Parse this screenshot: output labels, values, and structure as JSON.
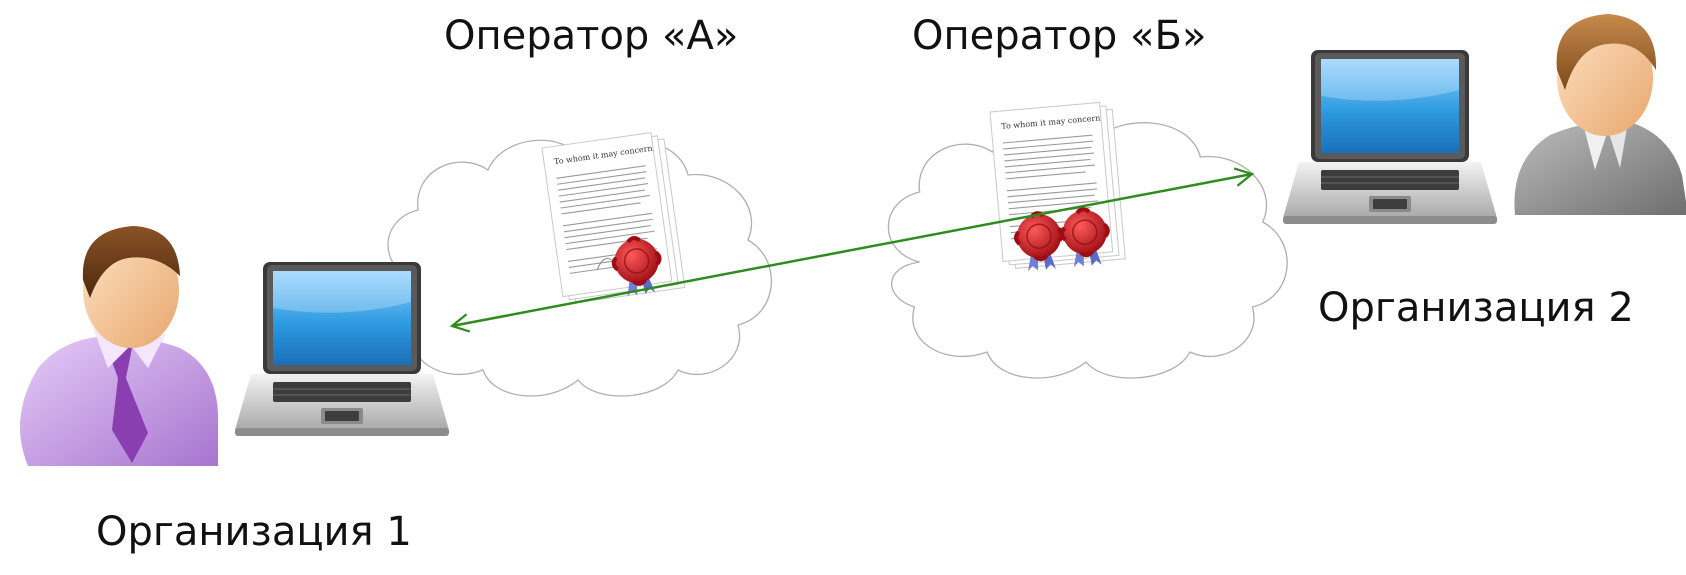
{
  "labels": {
    "operator_a": "Оператор «А»",
    "operator_b": "Оператор «Б»",
    "organization_1": "Организация 1",
    "organization_2": "Организация 2"
  },
  "documents": {
    "left": {
      "heading": "To whom it may concern"
    },
    "right": {
      "heading": "To whom it may concern"
    }
  },
  "colors": {
    "arrow": "#2e8b1e",
    "cloud_stroke": "#b0b0b0",
    "seal": "#c0141e",
    "ribbon": "#6f7fd6",
    "screen": "#2f9be0",
    "person1_shirt": "#c89be6",
    "person1_tie": "#8a3fb0",
    "person2_suit": "#8c8c8c"
  },
  "icons": [
    "person-icon",
    "laptop-icon",
    "cloud-icon",
    "document-icon",
    "wax-seal-icon",
    "double-arrow-icon"
  ]
}
